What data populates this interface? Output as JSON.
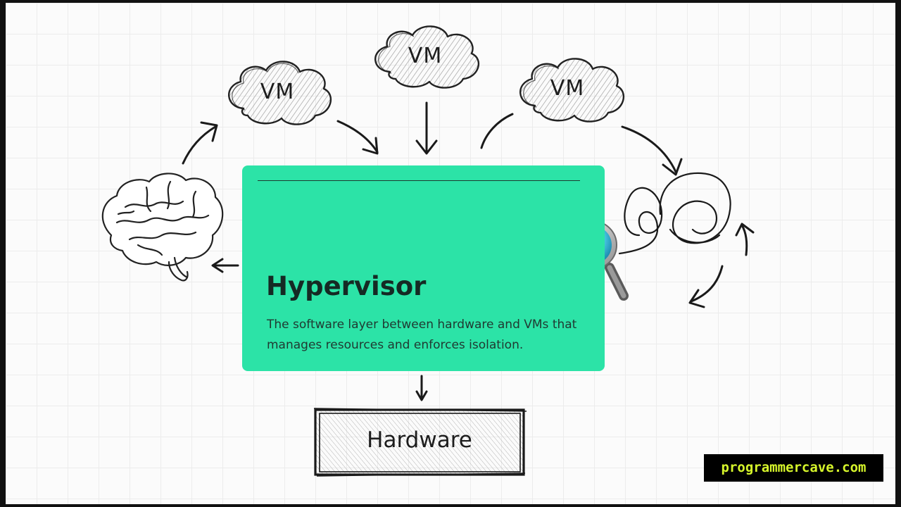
{
  "vms": [
    {
      "label": "VM"
    },
    {
      "label": "VM"
    },
    {
      "label": "VM"
    }
  ],
  "hypervisor": {
    "title": "Hypervisor",
    "description": "The software layer between hardware and VMs that manages resources and enforces isolation.",
    "color": "#2ce3a7"
  },
  "hardware": {
    "label": "Hardware"
  },
  "icons": [
    "brain-icon",
    "magnifier-icon",
    "loop-scribble-icon",
    "cloud-icon"
  ],
  "watermark": {
    "text": "programmercave.com",
    "color": "#d6f52b"
  }
}
